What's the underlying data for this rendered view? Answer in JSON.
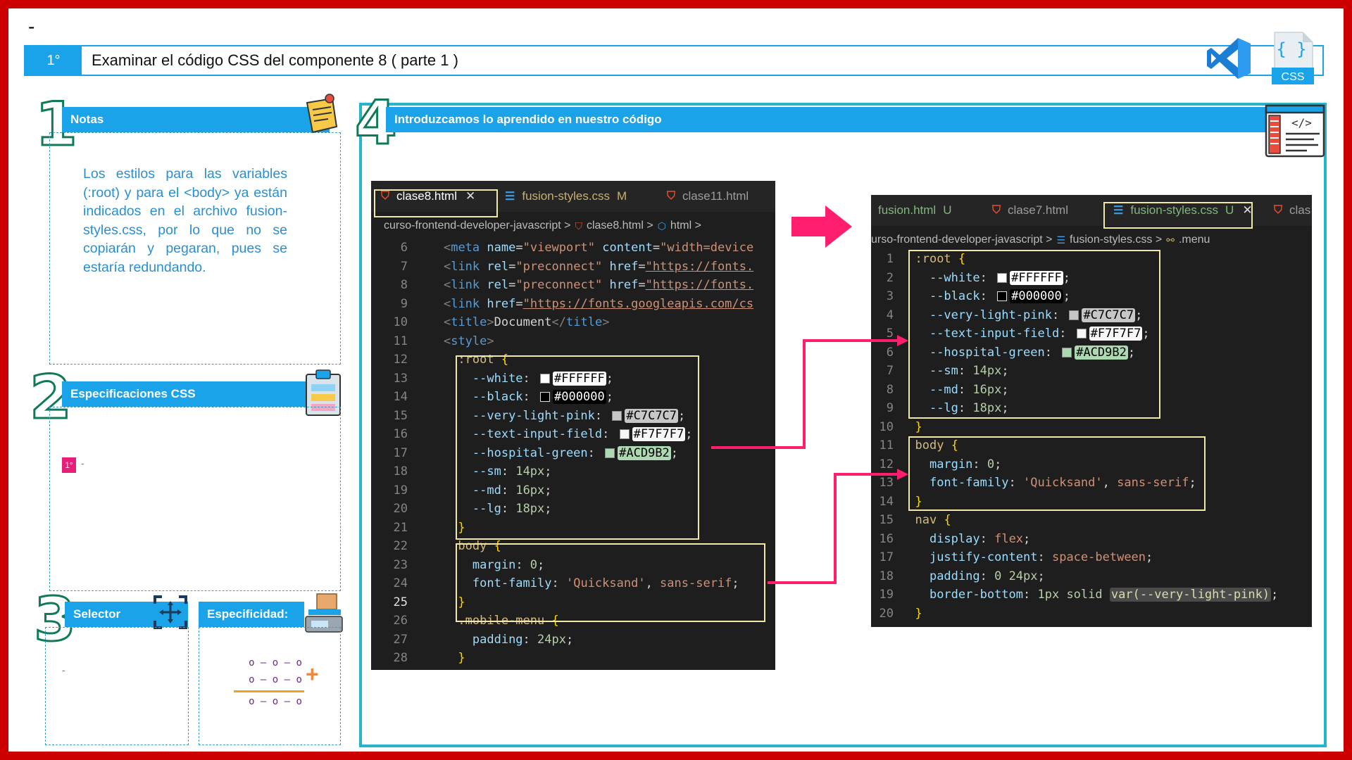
{
  "header": {
    "dash": "-",
    "step": "1°",
    "title": "Examinar el código CSS del componente 8 ( parte 1 )",
    "css_icon_label": "CSS",
    "css_icon_braces": "{ }"
  },
  "sections": {
    "notes": {
      "number": "1",
      "title": "Notas",
      "text": "Los estilos para las variables (:root) y para el <body> ya están indicados en el archivo fusion-styles.css, por lo que no se copiarán y pegaran, pues se estaría redundando."
    },
    "specs": {
      "number": "2",
      "title": "Especificaciones CSS",
      "badge": "1°",
      "badge_text": "-"
    },
    "selector": {
      "number": "3",
      "title": "Selector",
      "text": "-"
    },
    "specificity": {
      "title": "Especificidad:",
      "rows": [
        "o – o – o",
        "o – o – o",
        "o – o – o"
      ],
      "plus": "+"
    },
    "code": {
      "number": "4",
      "title": "Introduzcamos lo aprendido en nuestro código"
    }
  },
  "editor_left": {
    "tabs": [
      {
        "label": "clase8.html",
        "icon": "html-icon",
        "close": "✕"
      },
      {
        "label": "fusion-styles.css",
        "icon": "css-icon",
        "status": "M"
      },
      {
        "label": "clase11.html",
        "icon": "html-icon"
      }
    ],
    "breadcrumbs": {
      "folder": "curso-frontend-developer-javascript",
      "file": "clase8.html",
      "node": "html"
    },
    "lines": [
      {
        "n": "6"
      },
      {
        "n": "7"
      },
      {
        "n": "8"
      },
      {
        "n": "9"
      },
      {
        "n": "10"
      },
      {
        "n": "11"
      },
      {
        "n": "12"
      },
      {
        "n": "13"
      },
      {
        "n": "14"
      },
      {
        "n": "15"
      },
      {
        "n": "16"
      },
      {
        "n": "17"
      },
      {
        "n": "18"
      },
      {
        "n": "19"
      },
      {
        "n": "20"
      },
      {
        "n": "21"
      },
      {
        "n": "22"
      },
      {
        "n": "23"
      },
      {
        "n": "24"
      },
      {
        "n": "25"
      },
      {
        "n": "26"
      },
      {
        "n": "27"
      },
      {
        "n": "28"
      }
    ],
    "code": {
      "l6_tag": "meta",
      "l6_a1": "name",
      "l6_v1": "\"viewport\"",
      "l6_a2": "content",
      "l6_v2": "\"width=device",
      "l7_tag": "link",
      "l7_a1": "rel",
      "l7_v1": "\"preconnect\"",
      "l7_a2": "href",
      "l7_v2": "\"https://fonts.",
      "l8_tag": "link",
      "l8_a1": "rel",
      "l8_v1": "\"preconnect\"",
      "l8_a2": "href",
      "l8_v2": "\"https://fonts.",
      "l9_tag": "link",
      "l9_a1": "href",
      "l9_v1": "\"https://fonts.googleapis.com/cs",
      "l10_tag": "title",
      "l10_text": "Document",
      "l10_tag2": "title",
      "l11_tag": "style",
      "root_sel": ":root",
      "white_p": "--white",
      "white_v": "#FFFFFF",
      "black_p": "--black",
      "black_v": "#000000",
      "pink_p": "--very-light-pink",
      "pink_v": "#C7C7C7",
      "field_p": "--text-input-field",
      "field_v": "#F7F7F7",
      "green_p": "--hospital-green",
      "green_v": "#ACD9B2",
      "sm_p": "--sm",
      "sm_v": "14px",
      "md_p": "--md",
      "md_v": "16px",
      "lg_p": "--lg",
      "lg_v": "18px",
      "body_sel": "body",
      "margin_p": "margin",
      "margin_v": "0",
      "ff_p": "font-family",
      "ff_v1": "'Quicksand'",
      "ff_v2": "sans-serif",
      "mm_sel": ".mobile-menu",
      "pad_p": "padding",
      "pad_v": "24px"
    }
  },
  "editor_right": {
    "tabs": [
      {
        "label": "fusion.html",
        "status": "U"
      },
      {
        "label": "clase7.html",
        "icon": "html-icon"
      },
      {
        "label": "fusion-styles.css",
        "icon": "css-icon",
        "status": "U",
        "close": "✕"
      },
      {
        "label": "clas",
        "icon": "html-icon"
      }
    ],
    "breadcrumbs": {
      "folder": "urso-frontend-developer-javascript",
      "file": "fusion-styles.css",
      "node": ".menu"
    },
    "lines": [
      {
        "n": "1"
      },
      {
        "n": "2"
      },
      {
        "n": "3"
      },
      {
        "n": "4"
      },
      {
        "n": "5"
      },
      {
        "n": "6"
      },
      {
        "n": "7"
      },
      {
        "n": "8"
      },
      {
        "n": "9"
      },
      {
        "n": "10"
      },
      {
        "n": "11"
      },
      {
        "n": "12"
      },
      {
        "n": "13"
      },
      {
        "n": "14"
      },
      {
        "n": "15"
      },
      {
        "n": "16"
      },
      {
        "n": "17"
      },
      {
        "n": "18"
      },
      {
        "n": "19"
      },
      {
        "n": "20"
      }
    ],
    "code": {
      "nav_sel": "nav",
      "disp_p": "display",
      "disp_v": "flex",
      "jc_p": "justify-content",
      "jc_v": "space-between",
      "pad_p": "padding",
      "pad_v": "0 24px",
      "bb_p": "border-bottom",
      "bb_v1": "1px solid",
      "bb_var": "var(--very-light-pink)"
    }
  },
  "colors": {
    "accent": "#1aa3e8",
    "frame": "#cc0000",
    "arrow": "#e91e78",
    "highlight": "#f1e7a8",
    "green_num": "#0f7a58"
  }
}
